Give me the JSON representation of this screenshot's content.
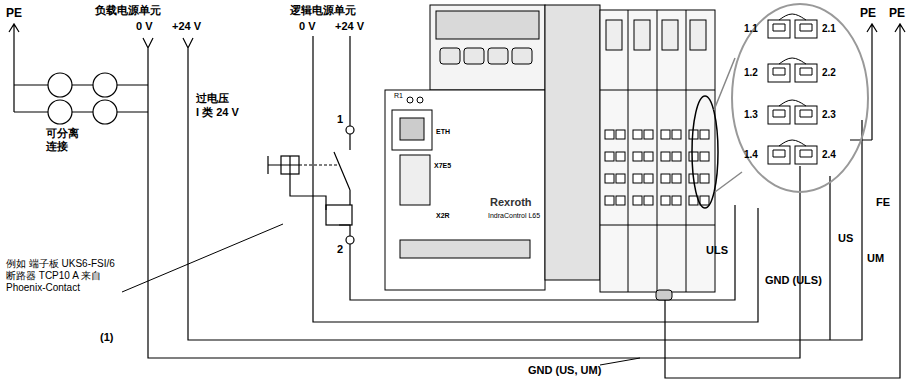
{
  "diagram": {
    "labels": [
      "PE",
      "负载电源单元",
      "0 V",
      "+24 V",
      "逻辑电源单元",
      "0 V",
      "+24 V",
      "过电压",
      "I 类 24 V",
      "可分离 连接",
      "1",
      "2",
      "例如 端子板 UKS6-FSI/6 断路器 TCP10 A 来自 Phoenix-Contact",
      "(1)",
      "R1",
      "ETH",
      "X7E5",
      "X2R",
      "Rexroth",
      "IndraControl L65",
      "1.1",
      "2.1",
      "1.2",
      "2.2",
      "1.3",
      "2.3",
      "1.4",
      "2.4",
      "PE",
      "PE",
      "FE",
      "US",
      "UM",
      "ULS",
      "GND (ULS)",
      "GND (US, UM)"
    ]
  }
}
